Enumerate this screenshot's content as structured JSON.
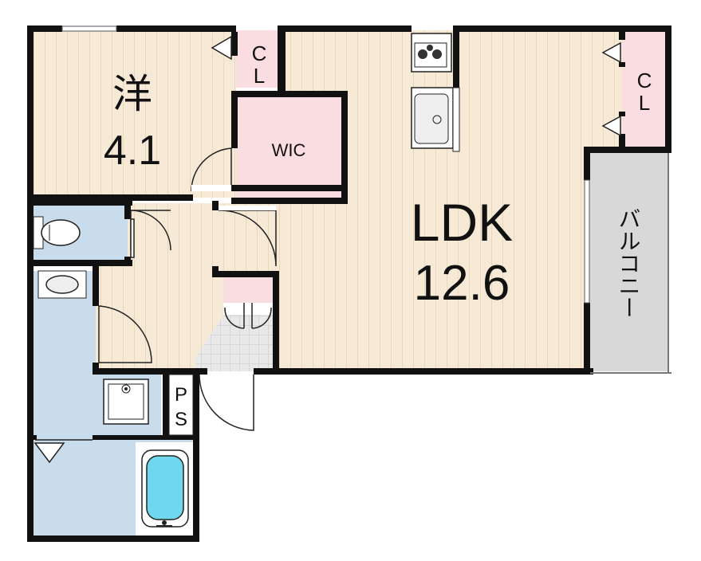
{
  "rooms": {
    "western": {
      "name": "洋",
      "size": "4.1"
    },
    "ldk": {
      "name": "LDK",
      "size": "12.6"
    },
    "wic": {
      "name": "WIC"
    },
    "closet_small": {
      "c": "C",
      "l": "L"
    },
    "closet_right": {
      "c": "C",
      "l": "L"
    },
    "ps": {
      "p": "P",
      "s": "S"
    },
    "balcony": {
      "name": "バルコニー"
    }
  },
  "colors": {
    "wall": "#111111",
    "floor_wood": "#f6ead6",
    "wet_area": "#c9dcec",
    "closet": "#f9dde0",
    "balcony": "#d8d8d8",
    "bath_water": "#6fd8ef"
  }
}
